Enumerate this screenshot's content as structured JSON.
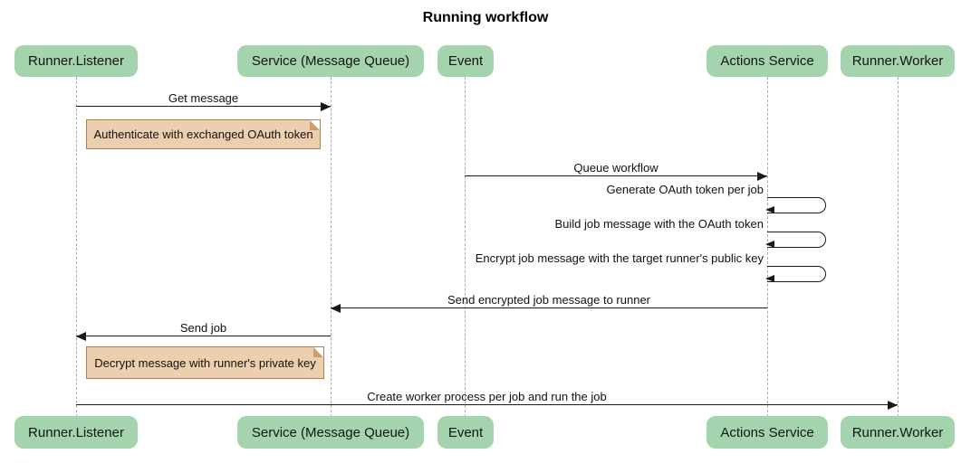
{
  "title": "Running workflow",
  "diagram_type": "sequence-diagram",
  "participants": [
    {
      "id": "runner-listener",
      "label": "Runner.Listener"
    },
    {
      "id": "service-message-queue",
      "label": "Service (Message Queue)"
    },
    {
      "id": "event",
      "label": "Event"
    },
    {
      "id": "actions-service",
      "label": "Actions Service"
    },
    {
      "id": "runner-worker",
      "label": "Runner.Worker"
    }
  ],
  "messages": [
    {
      "from": "Runner.Listener",
      "to": "Service (Message Queue)",
      "kind": "solid-arrow-right",
      "label": "Get message"
    },
    {
      "from": "Event",
      "to": "Actions Service",
      "kind": "solid-arrow-right",
      "label": "Queue workflow"
    },
    {
      "from": "Actions Service",
      "to": "Actions Service",
      "kind": "self-loop",
      "label": "Generate OAuth token per job"
    },
    {
      "from": "Actions Service",
      "to": "Actions Service",
      "kind": "self-loop",
      "label": "Build job message with the OAuth token"
    },
    {
      "from": "Actions Service",
      "to": "Actions Service",
      "kind": "self-loop",
      "label": "Encrypt job message with the target runner's public key"
    },
    {
      "from": "Actions Service",
      "to": "Service (Message Queue)",
      "kind": "solid-arrow-left",
      "label": "Send encrypted job message to runner"
    },
    {
      "from": "Service (Message Queue)",
      "to": "Runner.Listener",
      "kind": "solid-arrow-left",
      "label": "Send job"
    },
    {
      "from": "Runner.Listener",
      "to": "Runner.Worker",
      "kind": "solid-arrow-right",
      "label": "Create worker process per job and run the job"
    }
  ],
  "notes": [
    {
      "position": "right of Runner.Listener",
      "label": "Authenticate with exchanged OAuth token"
    },
    {
      "position": "right of Runner.Listener",
      "label": "Decrypt message with runner's private key"
    }
  ],
  "colors": {
    "participant_fill": "#A4D4AD",
    "note_fill": "#EBCFAF",
    "note_border": "#AA8250",
    "lifeline": "#ababab",
    "arrow": "#1a1a1a",
    "text": "#111111",
    "background": "#ffffff"
  }
}
